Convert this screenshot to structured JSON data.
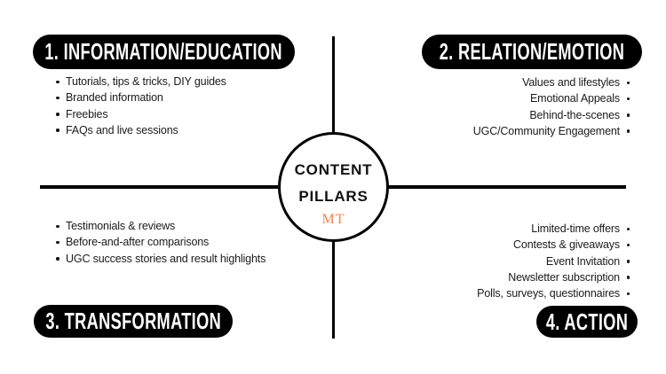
{
  "center": {
    "title_line1": "CONTENT",
    "title_line2": "PILLARS",
    "watermark": "MT",
    "accent_color": "#F4824B"
  },
  "quadrants": [
    {
      "id": "information-education",
      "heading": "1. INFORMATION/EDUCATION",
      "align": "left",
      "items": [
        "Tutorials, tips & tricks, DIY guides",
        "Branded information",
        "Freebies",
        "FAQs and live sessions"
      ]
    },
    {
      "id": "relation-emotion",
      "heading": "2. RELATION/EMOTION",
      "align": "right",
      "items": [
        "Values and lifestyles",
        "Emotional Appeals",
        "Behind-the-scenes",
        "UGC/Community Engagement"
      ]
    },
    {
      "id": "transformation",
      "heading": "3. TRANSFORMATION",
      "align": "left",
      "items": [
        "Testimonials & reviews",
        "Before-and-after comparisons",
        "UGC success stories and result highlights"
      ]
    },
    {
      "id": "action",
      "heading": "4. ACTION",
      "align": "right",
      "items": [
        "Limited-time offers",
        "Contests & giveaways",
        "Event Invitation",
        "Newsletter subscription",
        "Polls, surveys, questionnaires"
      ]
    }
  ],
  "colors": {
    "background": "#FFFFFF",
    "ink": "#000000",
    "body_text": "#1B1B1B",
    "pill_bg": "#000000",
    "pill_text": "#FFFFFF",
    "accent": "#F4824B"
  }
}
